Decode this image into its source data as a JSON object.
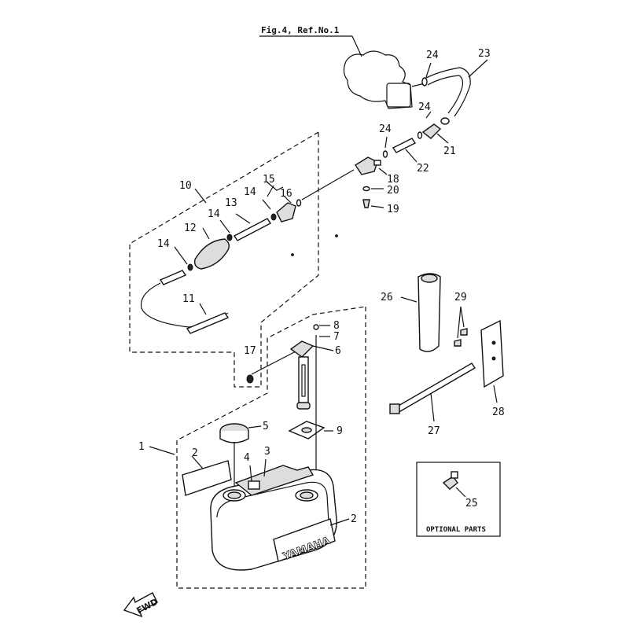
{
  "header": {
    "reference": "Fig.4, Ref.No.1"
  },
  "callouts": {
    "c1": "1",
    "c2a": "2",
    "c2b": "2",
    "c3": "3",
    "c4": "4",
    "c5": "5",
    "c6": "6",
    "c7": "7",
    "c8": "8",
    "c9": "9",
    "c10": "10",
    "c11": "11",
    "c12": "12",
    "c13": "13",
    "c14a": "14",
    "c14b": "14",
    "c14c": "14",
    "c15": "15",
    "c16": "16",
    "c17": "17",
    "c18": "18",
    "c19": "19",
    "c20": "20",
    "c21": "21",
    "c22": "22",
    "c23": "23",
    "c24a": "24",
    "c24b": "24",
    "c24c": "24",
    "c25": "25",
    "c26": "26",
    "c27": "27",
    "c28": "28",
    "c29": "29"
  },
  "optional_box": {
    "title": "OPTIONAL PARTS"
  },
  "tank": {
    "brand": "YAMAHA"
  },
  "direction": {
    "label": "FWD"
  }
}
